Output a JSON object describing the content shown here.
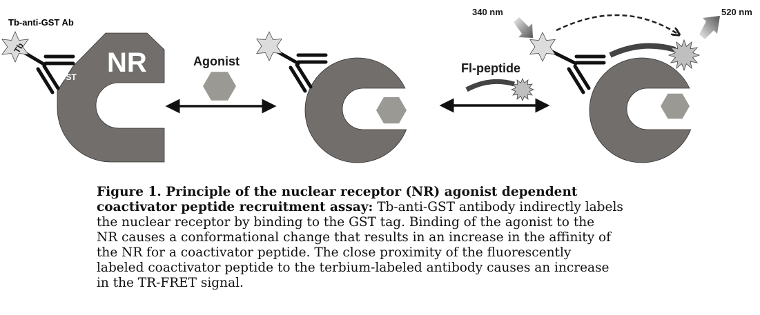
{
  "diagram": {
    "antibody_label": "Tb-anti-GST Ab",
    "tb_label": "Tb",
    "gst_label": "GST",
    "nr_label": "NR",
    "agonist_label": "Agonist",
    "peptide_label": "Fl-peptide",
    "excitation_label": "340 nm",
    "emission_label": "520 nm",
    "colors": {
      "receptor": "#716e6c",
      "agonist": "#9b9994",
      "star": "#dcdcdc",
      "peptide": "#444444",
      "burst": "#bfbfbf",
      "label_accent": "#1a1a1a"
    }
  },
  "caption": {
    "line1_bold": "Figure 1.  Principle of the nuclear receptor (NR) agonist dependent",
    "line2_bold": "coactivator peptide recruitment assay:",
    "line2_rest": " Tb-anti-GST antibody indirectly labels",
    "line3": "the nuclear receptor by binding to the GST tag. Binding of the agonist to the",
    "line4": "NR causes a conformational change that results in an increase in the affinity of",
    "line5": "the NR for a coactivator peptide. The close proximity of the fluorescently",
    "line6": "labeled coactivator peptide to the terbium-labeled antibody causes an increase",
    "line7": "in the TR-FRET signal."
  }
}
